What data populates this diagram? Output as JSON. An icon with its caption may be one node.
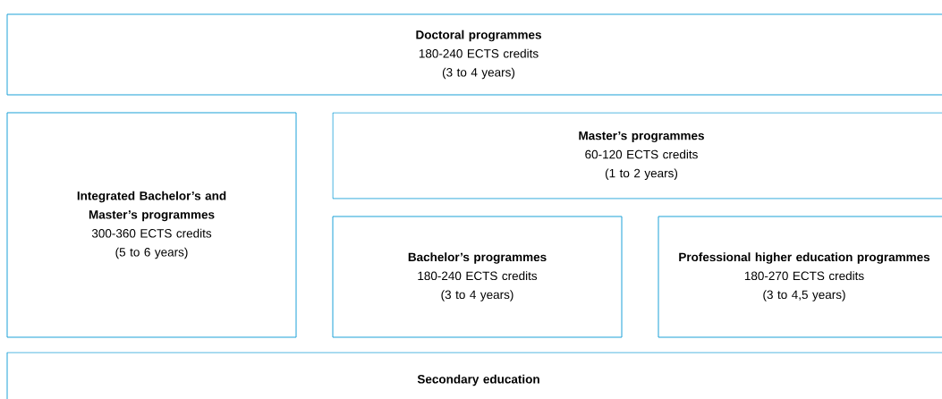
{
  "diagram": {
    "nodes": [
      {
        "text": [
          "Doctoral programmes",
          "180-240 ECTS credits",
          "(3 to 4 years)"
        ]
      },
      {
        "text": [
          "Integrated Bachelor’s and Master’s programmes",
          "300-360 ECTS credits",
          "(5 to 6 years)"
        ]
      },
      {
        "text": [
          "Master’s programmes",
          "60-120 ECTS credits",
          "(1 to 2 years)"
        ]
      },
      {
        "text": [
          "Bachelor’s programmes",
          "180-240 ECTS credits",
          "(3 to 4 years)"
        ]
      },
      {
        "text": [
          "Professional higher education programmes",
          "180-270 ECTS credits",
          "(3 to 4,5 years)"
        ]
      },
      {
        "text": [
          "Secondary education"
        ]
      }
    ]
  }
}
